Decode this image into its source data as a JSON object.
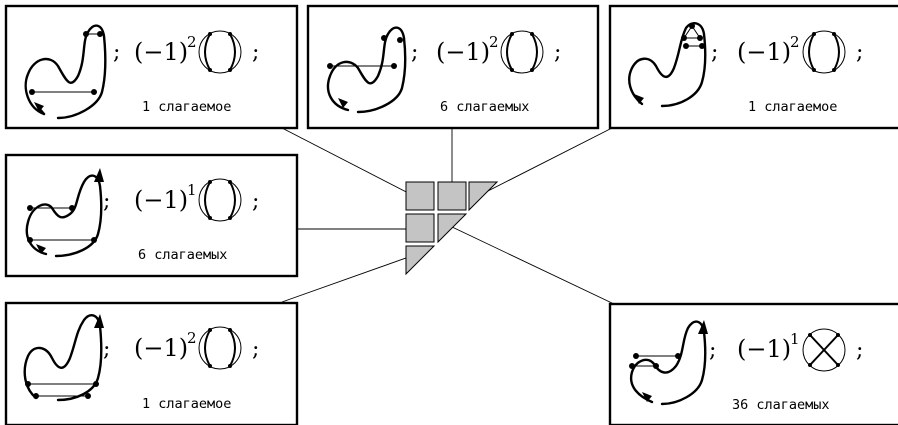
{
  "panels": [
    {
      "id": "top-left",
      "sign": "−1",
      "exponent": "2",
      "count": "1 слагаемое"
    },
    {
      "id": "top-middle",
      "sign": "−1",
      "exponent": "2",
      "count": "6 слагаемых"
    },
    {
      "id": "top-right",
      "sign": "−1",
      "exponent": "2",
      "count": "1 слагаемое"
    },
    {
      "id": "middle-left",
      "sign": "−1",
      "exponent": "1",
      "count": "6 слагаемых"
    },
    {
      "id": "bottom-left",
      "sign": "−1",
      "exponent": "2",
      "count": "1 слагаемое"
    },
    {
      "id": "bottom-right",
      "sign": "−1",
      "exponent": "1",
      "count": "36 слагаемых"
    }
  ],
  "separator": ";",
  "open_paren": "(",
  "close_paren": ")"
}
